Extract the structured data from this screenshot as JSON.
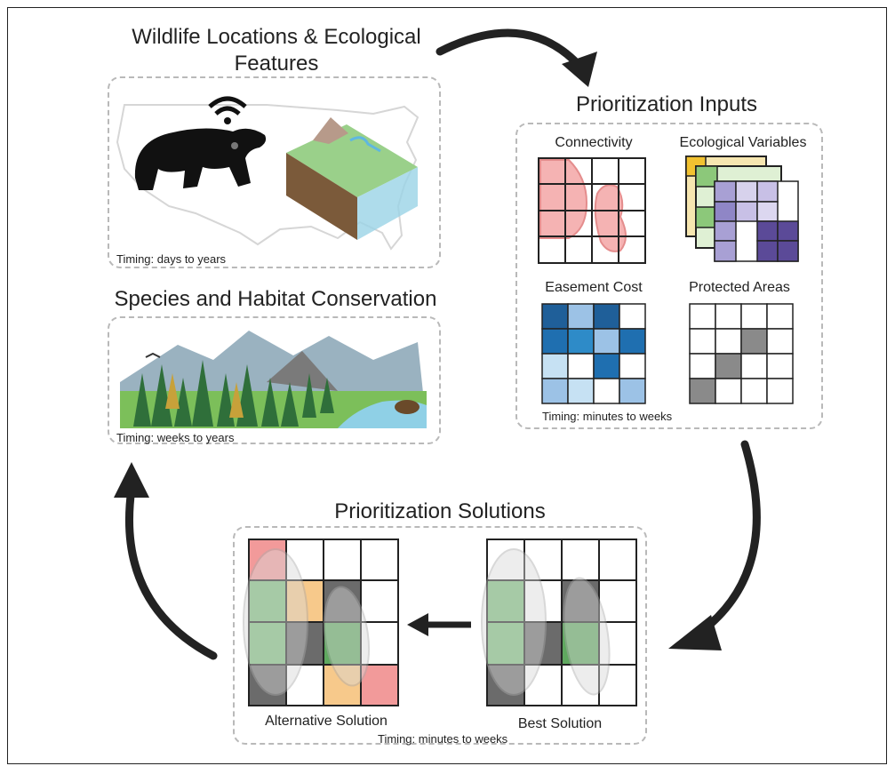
{
  "figure": {
    "wildlife": {
      "title": "Wildlife Locations & Ecological Features",
      "timing": "Timing: days to years"
    },
    "conservation": {
      "title": "Species and Habitat Conservation",
      "timing": "Timing: weeks to years"
    },
    "inputs": {
      "title": "Prioritization Inputs",
      "panels": [
        "Connectivity",
        "Ecological Variables",
        "Easement Cost",
        "Protected Areas"
      ],
      "timing": "Timing: minutes to weeks"
    },
    "solutions": {
      "title": "Prioritization Solutions",
      "alternative_label": "Alternative Solution",
      "best_label": "Best Solution",
      "timing": "Timing: minutes to weeks"
    }
  },
  "colors": {
    "connectivity_fill": "#f4a6a6",
    "easement_dark": "#1f5f99",
    "easement_mid": "#2e8bc8",
    "easement_light": "#9cc2e6",
    "easement_pale": "#c6e1f3",
    "protected_gray": "#8a8a8a",
    "selected_green": "#7dbf7d",
    "selected_orange": "#f7c98b",
    "selected_red": "#f29a9a",
    "ecological_purple": "#5b4a98",
    "ecological_green": "#8cc87a",
    "ecological_yellow": "#f2c230"
  }
}
